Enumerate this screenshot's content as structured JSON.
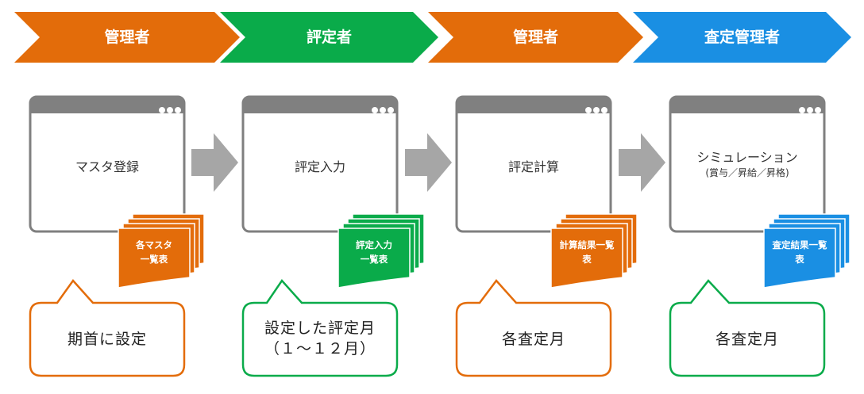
{
  "colors": {
    "orange": "#e36c0a",
    "green": "#0aab4a",
    "blue": "#1a8fe3",
    "window_border": "#7f7f7f",
    "window_header": "#808080",
    "arrow_gray": "#a6a6a6"
  },
  "roles": [
    {
      "label": "管理者",
      "color": "orange"
    },
    {
      "label": "評定者",
      "color": "green"
    },
    {
      "label": "管理者",
      "color": "orange"
    },
    {
      "label": "査定管理者",
      "color": "blue"
    }
  ],
  "windows": [
    {
      "title": "マスタ登録",
      "subtitle": ""
    },
    {
      "title": "評定入力",
      "subtitle": ""
    },
    {
      "title": "評定計算",
      "subtitle": ""
    },
    {
      "title": "シミュレーション",
      "subtitle": "(賞与／昇給／昇格)"
    }
  ],
  "documents": [
    {
      "line1": "各マスタ",
      "line2": "一覧表",
      "color": "orange"
    },
    {
      "line1": "評定入力",
      "line2": "一覧表",
      "color": "green"
    },
    {
      "line1": "計算結果一覧",
      "line2": "表",
      "color": "orange"
    },
    {
      "line1": "査定結果一覧",
      "line2": "表",
      "color": "blue"
    }
  ],
  "bubbles": [
    {
      "line1": "期首に設定",
      "line2": "",
      "color": "orange"
    },
    {
      "line1": "設定した評定月",
      "line2": "（１～１２月）",
      "color": "green"
    },
    {
      "line1": "各査定月",
      "line2": "",
      "color": "orange"
    },
    {
      "line1": "各査定月",
      "line2": "",
      "color": "green"
    }
  ]
}
